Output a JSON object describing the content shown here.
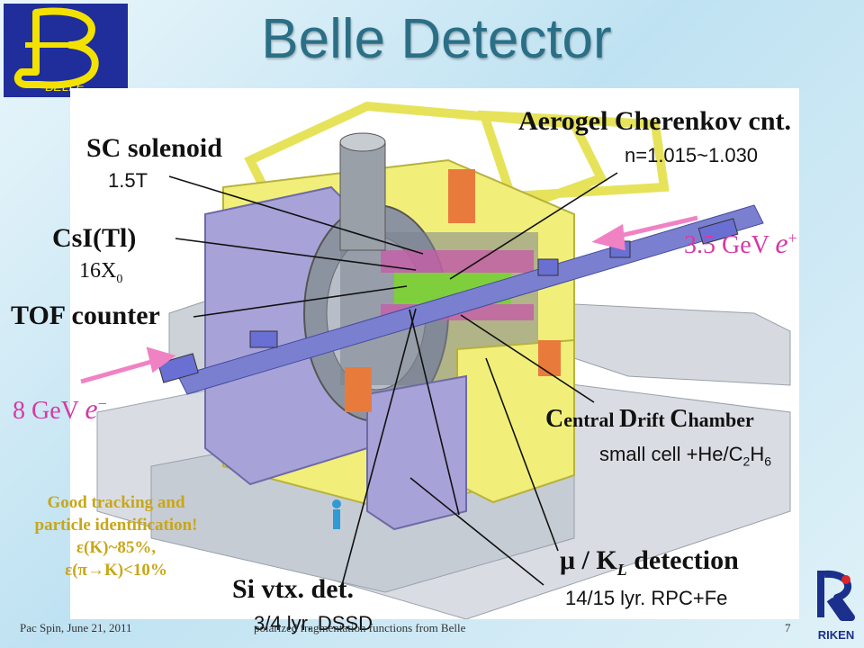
{
  "slide": {
    "title": "Belle Detector",
    "logo_text": "BELLE",
    "logo_letter": "B",
    "labels": {
      "sc_solenoid": "SC solenoid",
      "sc_solenoid_sub": "1.5T",
      "csi": "CsI(Tl)",
      "csi_sub": "16X",
      "csi_sub_index": "0",
      "tof": "TOF counter",
      "aerogel": "Aerogel Cherenkov cnt.",
      "aerogel_sub": "n=1.015~1.030",
      "positron_energy": "3.5 GeV",
      "positron_symbol": "e",
      "positron_charge": "+",
      "electron_energy": "8 GeV",
      "electron_symbol": "e",
      "electron_charge": "−",
      "cdc_c1": "C",
      "cdc_w1": "entral ",
      "cdc_c2": "D",
      "cdc_w2": "rift ",
      "cdc_c3": "C",
      "cdc_w3": "hamber",
      "cdc_sub_a": "small cell +He/C",
      "cdc_sub_2": "2",
      "cdc_sub_h": "H",
      "cdc_sub_6": "6",
      "mu_kl": "μ / K",
      "mu_kl_index": "L",
      "mu_kl_tail": " detection",
      "mu_kl_sub": "14/15 lyr. RPC+Fe",
      "si_vtx": "Si vtx. det.",
      "si_vtx_sub": "3/4 lyr. DSSD",
      "good_1": "Good tracking and",
      "good_2": "particle identification!",
      "good_3": "ε(K)~85%,",
      "good_4": "ε(π→K)<10%"
    },
    "footer": {
      "left": "Pac Spin, June 21, 2011",
      "center": "polarized fragmentation functions from Belle",
      "page": "7"
    },
    "riken_text": "RIKEN"
  },
  "colors": {
    "title": "#2a6f86",
    "pink": "#d63aa5",
    "gold": "#c8a619",
    "logo_bg": "#1f2e9a",
    "logo_fg": "#f3e100",
    "frame_yellow": "#f1ef7a",
    "frame_purple": "#a7a3d8",
    "riken_blue": "#1b2f8c"
  }
}
